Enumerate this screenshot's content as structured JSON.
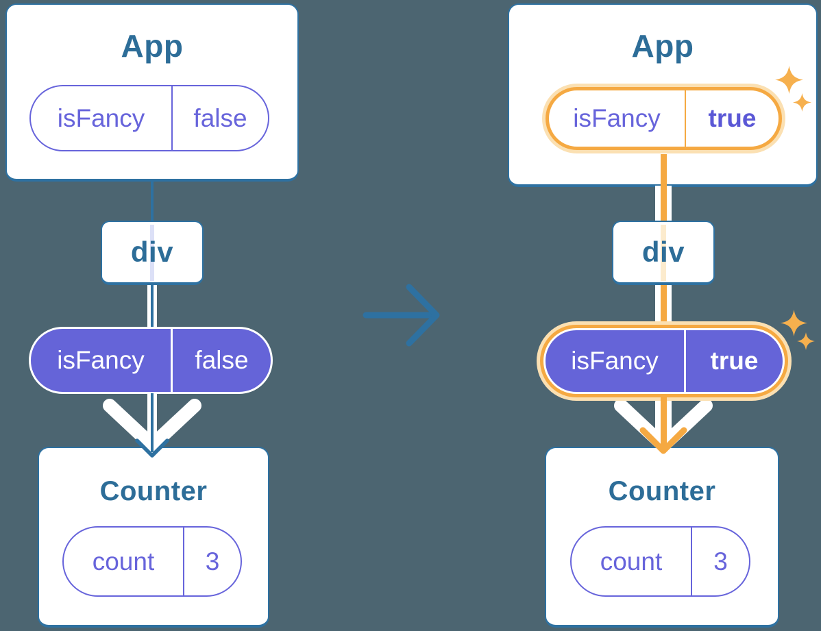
{
  "colors": {
    "background": "#4C6571",
    "card_stroke_blue": "#2E71A1",
    "label_teal": "#2D6D98",
    "pill_purple_fill": "#6564D8",
    "pill_purple_text": "#6764DB",
    "highlight_orange": "#F5A942",
    "highlight_glow": "#FBE0B2",
    "sparkle_orange": "#F6B04E",
    "faint_lavender": "#DCE0F7",
    "faint_orange": "#FCEBCD"
  },
  "before": {
    "app_title": "App",
    "app_prop": {
      "name": "isFancy",
      "value": "false"
    },
    "div_label": "div",
    "passed_prop": {
      "name": "isFancy",
      "value": "false"
    },
    "counter_title": "Counter",
    "counter_state": {
      "name": "count",
      "value": "3"
    }
  },
  "after": {
    "app_title": "App",
    "app_prop": {
      "name": "isFancy",
      "value": "true"
    },
    "div_label": "div",
    "passed_prop": {
      "name": "isFancy",
      "value": "true"
    },
    "counter_title": "Counter",
    "counter_state": {
      "name": "count",
      "value": "3"
    }
  }
}
